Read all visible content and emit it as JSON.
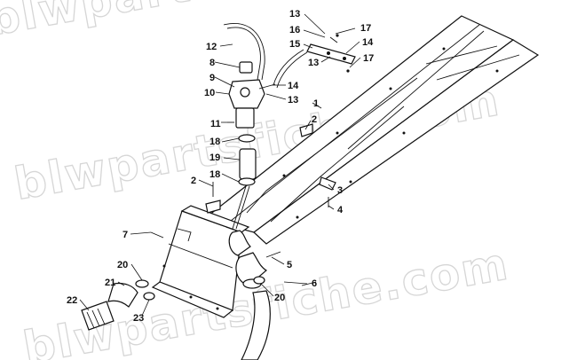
{
  "watermarks": [
    "blwpartsfiche.com",
    "blwpartsfiche.com",
    "blwpartsfiche.com"
  ],
  "callouts": [
    {
      "id": "c12",
      "label": "12"
    },
    {
      "id": "c13a",
      "label": "13"
    },
    {
      "id": "c16",
      "label": "16"
    },
    {
      "id": "c17a",
      "label": "17"
    },
    {
      "id": "c15",
      "label": "15"
    },
    {
      "id": "c14a",
      "label": "14"
    },
    {
      "id": "c13b",
      "label": "13"
    },
    {
      "id": "c17b",
      "label": "17"
    },
    {
      "id": "c8",
      "label": "8"
    },
    {
      "id": "c9",
      "label": "9"
    },
    {
      "id": "c10",
      "label": "10"
    },
    {
      "id": "c14b",
      "label": "14"
    },
    {
      "id": "c13c",
      "label": "13"
    },
    {
      "id": "c1",
      "label": "1"
    },
    {
      "id": "c11",
      "label": "11"
    },
    {
      "id": "c2a",
      "label": "2"
    },
    {
      "id": "c18a",
      "label": "18"
    },
    {
      "id": "c19",
      "label": "19"
    },
    {
      "id": "c18b",
      "label": "18"
    },
    {
      "id": "c2b",
      "label": "2"
    },
    {
      "id": "c3",
      "label": "3"
    },
    {
      "id": "c4",
      "label": "4"
    },
    {
      "id": "c7",
      "label": "7"
    },
    {
      "id": "c5",
      "label": "5"
    },
    {
      "id": "c20a",
      "label": "20"
    },
    {
      "id": "c21",
      "label": "21"
    },
    {
      "id": "c6",
      "label": "6"
    },
    {
      "id": "c20b",
      "label": "20"
    },
    {
      "id": "c22",
      "label": "22"
    },
    {
      "id": "c23",
      "label": "23"
    }
  ]
}
